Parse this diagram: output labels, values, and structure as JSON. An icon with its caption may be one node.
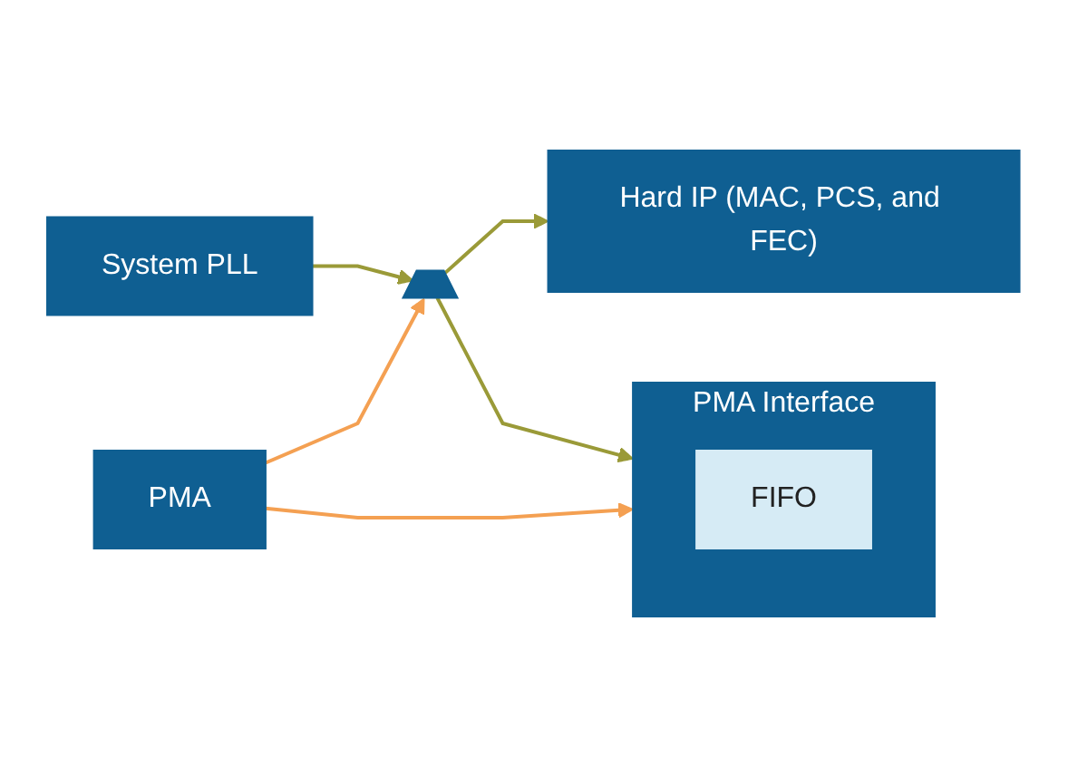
{
  "diagram": {
    "nodes": [
      {
        "text": [
          "PMA"
        ]
      },
      {
        "text": [
          "PMA Interface"
        ]
      },
      {
        "text": [
          "FIFO"
        ],
        "in": 1
      },
      {
        "text": [
          "Hard IP (MAC, PCS, and FEC)"
        ]
      },
      {
        "text": [],
        "shape": "trapezoid"
      },
      {
        "text": [
          "System PLL"
        ]
      }
    ],
    "edges": [
      {
        "from": 0,
        "to": 1,
        "arrow": "to",
        "color": "#f4a052"
      },
      {
        "from": 0,
        "to": 4,
        "arrow": "to",
        "color": "#f4a052"
      },
      {
        "from": 5,
        "to": 4,
        "arrow": "to",
        "color": "#9a9a38"
      },
      {
        "from": 4,
        "to": 1,
        "arrow": "to",
        "color": "#9a9a38"
      },
      {
        "from": 4,
        "to": 3,
        "arrow": "to",
        "color": "#9a9a38"
      }
    ]
  }
}
